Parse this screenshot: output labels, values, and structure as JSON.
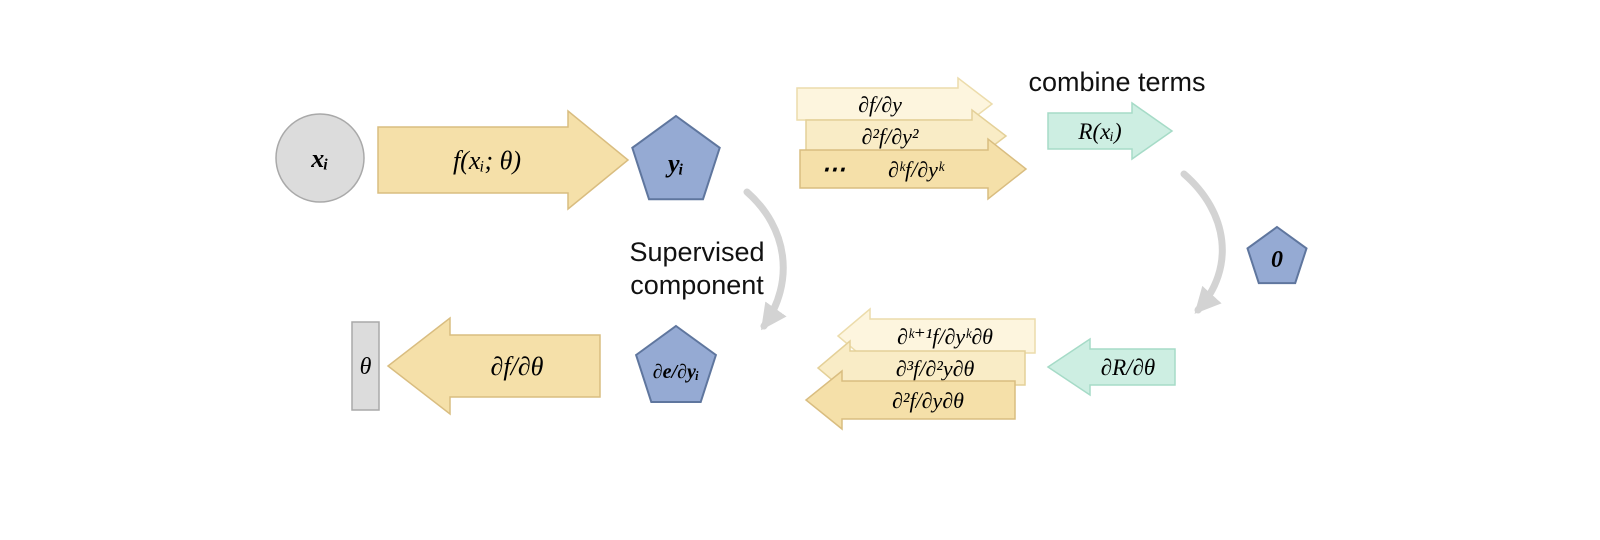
{
  "colors": {
    "arrow_tan": "#f5e0a9",
    "arrow_tan_stroke": "#d9bd80",
    "cream1": "#fdf5de",
    "cream1_stroke": "#ecdcab",
    "cream2": "#f9ecc6",
    "cream2_stroke": "#e4d098",
    "teal": "#cdeee2",
    "teal_stroke": "#a6dbc7",
    "pentagon": "#95aad3",
    "pentagon_stroke": "#5f769e",
    "gray_node": "#dcdcdc",
    "gray_node_stroke": "#a9a9a9",
    "flow": "#d3d3d3",
    "text": "#111111"
  },
  "nodes": {
    "input_circle": {
      "label": "xᵢ"
    },
    "forward_arrow": {
      "label": "f(xᵢ; θ)"
    },
    "output_pentagon": {
      "label": "yᵢ"
    },
    "zero_pentagon": {
      "label": "0"
    },
    "error_grad_pentagon": {
      "label": "∂e/∂yᵢ"
    },
    "theta_box": {
      "label": "θ"
    },
    "backward_arrow": {
      "label": "∂f/∂θ"
    },
    "residual_arrow": {
      "label": "R(xᵢ)"
    },
    "residual_grad_arrow": {
      "label": "∂R/∂θ"
    }
  },
  "derivative_stack_top": {
    "items": [
      {
        "label": "∂f/∂y"
      },
      {
        "label": "∂²f/∂y²"
      },
      {
        "prefix": "⋯",
        "label": "∂ᵏf/∂yᵏ"
      }
    ]
  },
  "derivative_stack_bottom": {
    "items": [
      {
        "label": "∂ᵏ⁺¹f/∂yᵏ∂θ"
      },
      {
        "label": "∂³f/∂²y∂θ"
      },
      {
        "label": "∂²f/∂y∂θ"
      }
    ]
  },
  "annotations": {
    "combine_terms": "combine terms",
    "supervised_line1": "Supervised",
    "supervised_line2": "component"
  }
}
